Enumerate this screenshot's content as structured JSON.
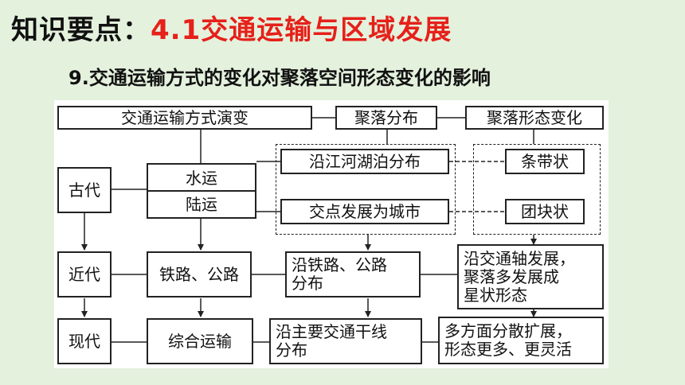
{
  "header": {
    "prefix": "知识要点：",
    "topic": "4.1交通运输与区域发展",
    "subtitle": "9.交通运输方式的变化对聚落空间形态变化的影响"
  },
  "diagram": {
    "header_row": {
      "transport_evolution": "交通运输方式演变",
      "settlement_distribution": "聚落分布",
      "settlement_form_change": "聚落形态变化"
    },
    "eras": {
      "ancient": "古代",
      "modern": "近代",
      "contemporary": "现代"
    },
    "transport": {
      "water": "水运",
      "land": "陆运",
      "rail_road": "铁路、公路",
      "integrated": "综合运输"
    },
    "distribution": {
      "along_rivers": "沿江河湖泊分布",
      "junction_cities": "交点发展为城市",
      "along_rail_road_line1": "沿铁路、公路",
      "along_rail_road_line2": "分布",
      "along_trunk_line1": "沿主要交通干线",
      "along_trunk_line2": "分布"
    },
    "forms": {
      "strip": "条带状",
      "cluster": "团块状",
      "star_line1": "沿交通轴发展，",
      "star_line2": "聚落多发展成",
      "star_line3": "星状形态",
      "dispersed_line1": "多方面分散扩展，",
      "dispersed_line2": "形态更多、更灵活"
    }
  }
}
